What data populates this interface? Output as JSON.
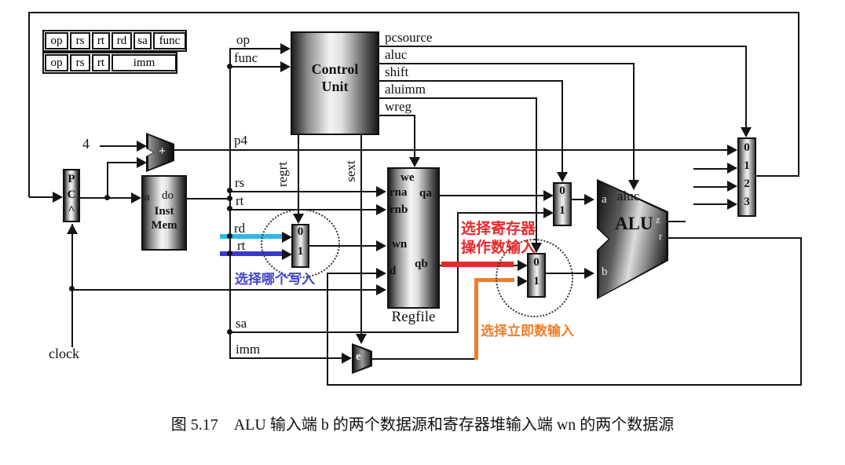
{
  "figure": {
    "caption": "图 5.17　ALU 输入端 b 的两个数据源和寄存器堆输入端 wn 的两个数据源"
  },
  "instruction_formats": {
    "rtype": [
      "op",
      "rs",
      "rt",
      "rd",
      "sa",
      "func"
    ],
    "itype": [
      "op",
      "rs",
      "rt",
      "imm"
    ]
  },
  "signals": {
    "op": "op",
    "func": "func",
    "pcsource": "pcsource",
    "aluc": "aluc",
    "shift": "shift",
    "aluimm": "aluimm",
    "wreg": "wreg",
    "regrt": "regrt",
    "sext": "sext",
    "p4": "p4",
    "four": "4",
    "rs": "rs",
    "rt": "rt",
    "rd": "rd",
    "rt2": "rt",
    "sa": "sa",
    "imm": "imm",
    "clock": "clock"
  },
  "blocks": {
    "pc": {
      "letter1": "P",
      "letter2": "C",
      "clock_wedge": "^"
    },
    "adder": {
      "plus": "+"
    },
    "inst_mem": {
      "port_a": "a",
      "port_do": "do",
      "name_line1": "Inst",
      "name_line2": "Mem"
    },
    "control_unit": {
      "name_line1": "Control",
      "name_line2": "Unit"
    },
    "regfile": {
      "port_we": "we",
      "port_rna": "rna",
      "port_qa": "qa",
      "port_rnb": "rnb",
      "port_wn": "wn",
      "port_d": "d",
      "port_qb": "qb",
      "name": "Regfile"
    },
    "alu": {
      "port_a": "a",
      "port_aluc": "aluc",
      "name": "ALU",
      "port_b": "b",
      "port_z": "z",
      "port_r": "r"
    },
    "extender": {
      "name": "e"
    }
  },
  "muxes": {
    "wn_select": [
      "0",
      "1"
    ],
    "alu_a_select": [
      "0",
      "1"
    ],
    "alu_b_select": [
      "0",
      "1"
    ],
    "pc_select": [
      "0",
      "1",
      "2",
      "3"
    ]
  },
  "annotations": {
    "write_select": "选择哪个写入",
    "reg_operand_line1": "选择寄存器",
    "reg_operand_line2": "操作数输入",
    "imm_input": "选择立即数输入"
  },
  "colors": {
    "highlight_rd": "#2fb9ea",
    "highlight_rt": "#3a3ad0",
    "annotation_blue": "#4444d0",
    "annotation_red": "#e8282c",
    "annotation_orange": "#ee7e2a",
    "wire": "#141414"
  }
}
